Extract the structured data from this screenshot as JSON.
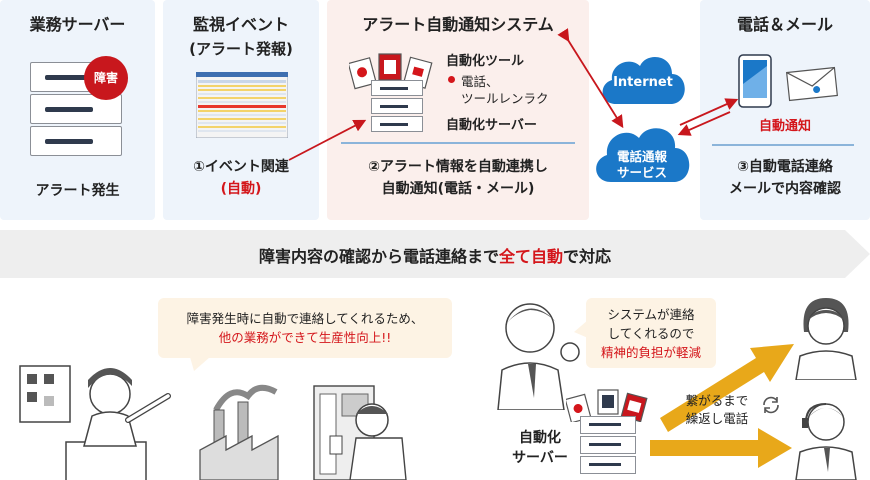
{
  "panel1": {
    "title": "業務サーバー",
    "badge": "障害",
    "footer": "アラート発生"
  },
  "panel2": {
    "title_line1": "監視イベント",
    "title_line2": "(アラート発報)",
    "footer_line1": "①イベント関連",
    "footer_line2": "(自動)"
  },
  "panel3": {
    "title": "アラート自動通知システム",
    "tool_label": "自動化ツール",
    "tool_item_line1": "電話、",
    "tool_item_line2": "ツールレンラク",
    "server_label": "自動化サーバー",
    "footer_line1": "②アラート情報を自動連携し",
    "footer_line2": "自動通知(電話・メール)"
  },
  "clouds": {
    "internet": "Internet",
    "service_line1": "電話通報",
    "service_line2": "サービス"
  },
  "panel4": {
    "title": "電話＆メール",
    "auto_notice": "自動通知",
    "footer_line1": "③自動電話連絡",
    "footer_line2": "メールで内容確認"
  },
  "banner": {
    "text_before": "障害内容の確認から電話連絡まで",
    "text_highlight": "全て自動",
    "text_after": "で対応"
  },
  "left_bubble": {
    "line1": "障害発生時に自動で連絡してくれるため、",
    "line2_red": "他の業務ができて生産性向上!!"
  },
  "right_bubble": {
    "line1": "システムが連絡",
    "line2": "してくれるので",
    "line3_red": "精神的負担が軽減"
  },
  "bottom": {
    "server_line1": "自動化",
    "server_line2": "サーバー",
    "retry_line1": "繋がるまで",
    "retry_line2": "繰返し電話"
  },
  "colors": {
    "accent_red": "#d4161b",
    "cloud_blue": "#1b78c8",
    "arrow_gold": "#e8a81a",
    "panel_blue": "#eef4fb",
    "panel_pink": "#fbefec"
  }
}
